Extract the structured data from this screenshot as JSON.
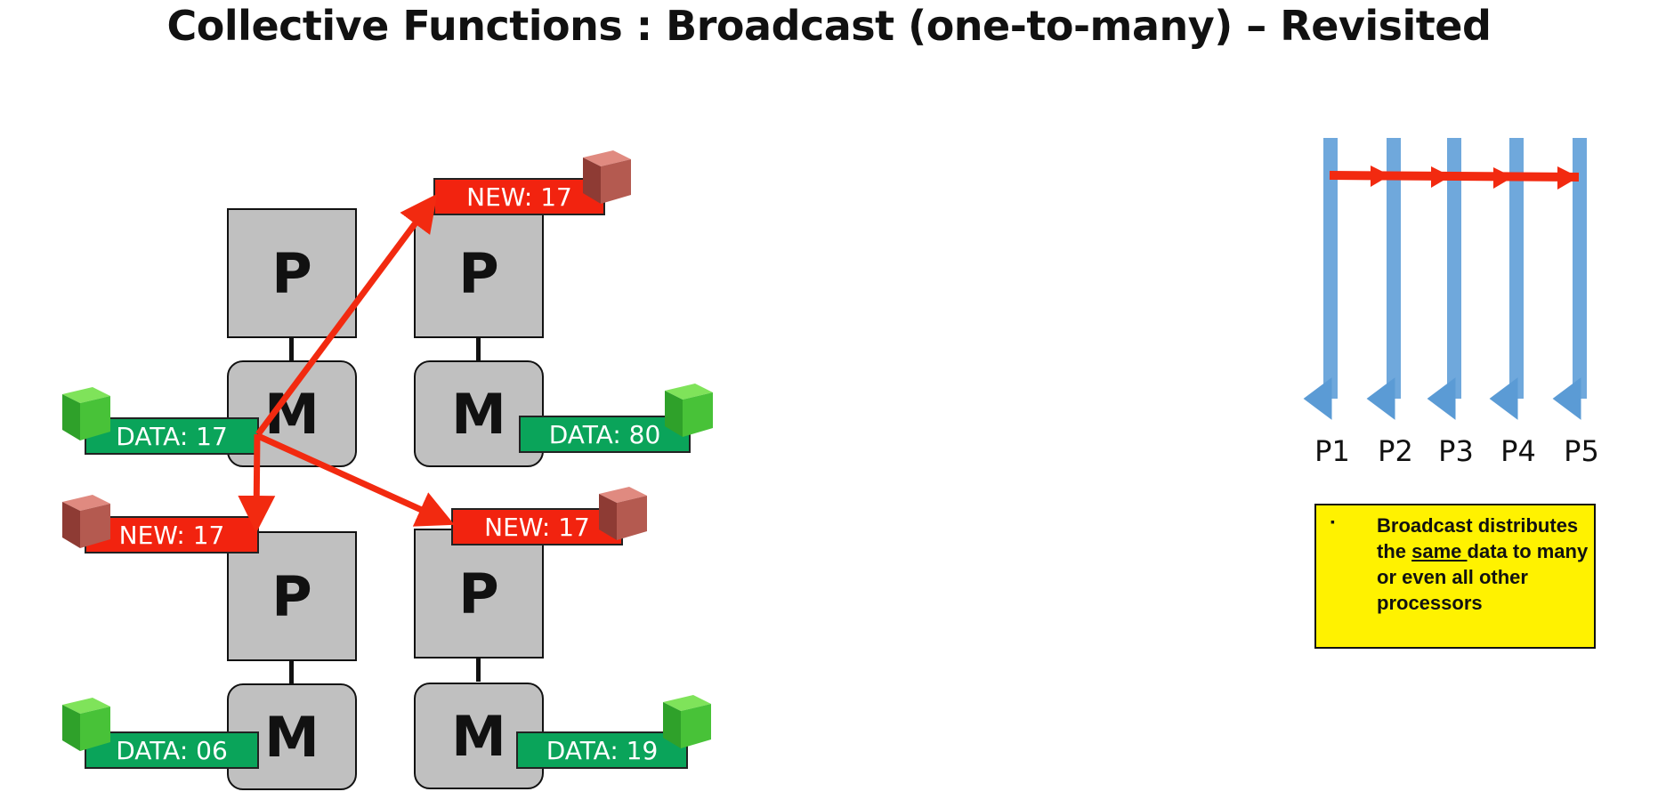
{
  "title": "Collective Functions : Broadcast (one-to-many) – Revisited",
  "nodes": [
    {
      "p_label": "P",
      "m_label": "M",
      "data": "DATA: 17",
      "new": ""
    },
    {
      "p_label": "P",
      "m_label": "M",
      "data": "DATA: 80",
      "new": "NEW: 17"
    },
    {
      "p_label": "P",
      "m_label": "M",
      "data": "DATA: 06",
      "new": "NEW: 17"
    },
    {
      "p_label": "P",
      "m_label": "M",
      "data": "DATA: 19",
      "new": "NEW: 17"
    }
  ],
  "timeline": {
    "processes": [
      "P1",
      "P2",
      "P3",
      "P4",
      "P5"
    ]
  },
  "note": {
    "bullet": "▪",
    "text_before": "Broadcast distributes the ",
    "text_underlined": "same ",
    "text_after": "data to many or even all other processors"
  },
  "colors": {
    "processor_fill": "#c0c0c0",
    "data_tag": "#0aa45a",
    "new_tag": "#f2230f",
    "broadcast_arrow": "#f22a10",
    "timeline_arrow": "#6fa8dc",
    "note_fill": "#fff200"
  },
  "icons": [
    "green-cube-icon",
    "red-cube-icon"
  ]
}
